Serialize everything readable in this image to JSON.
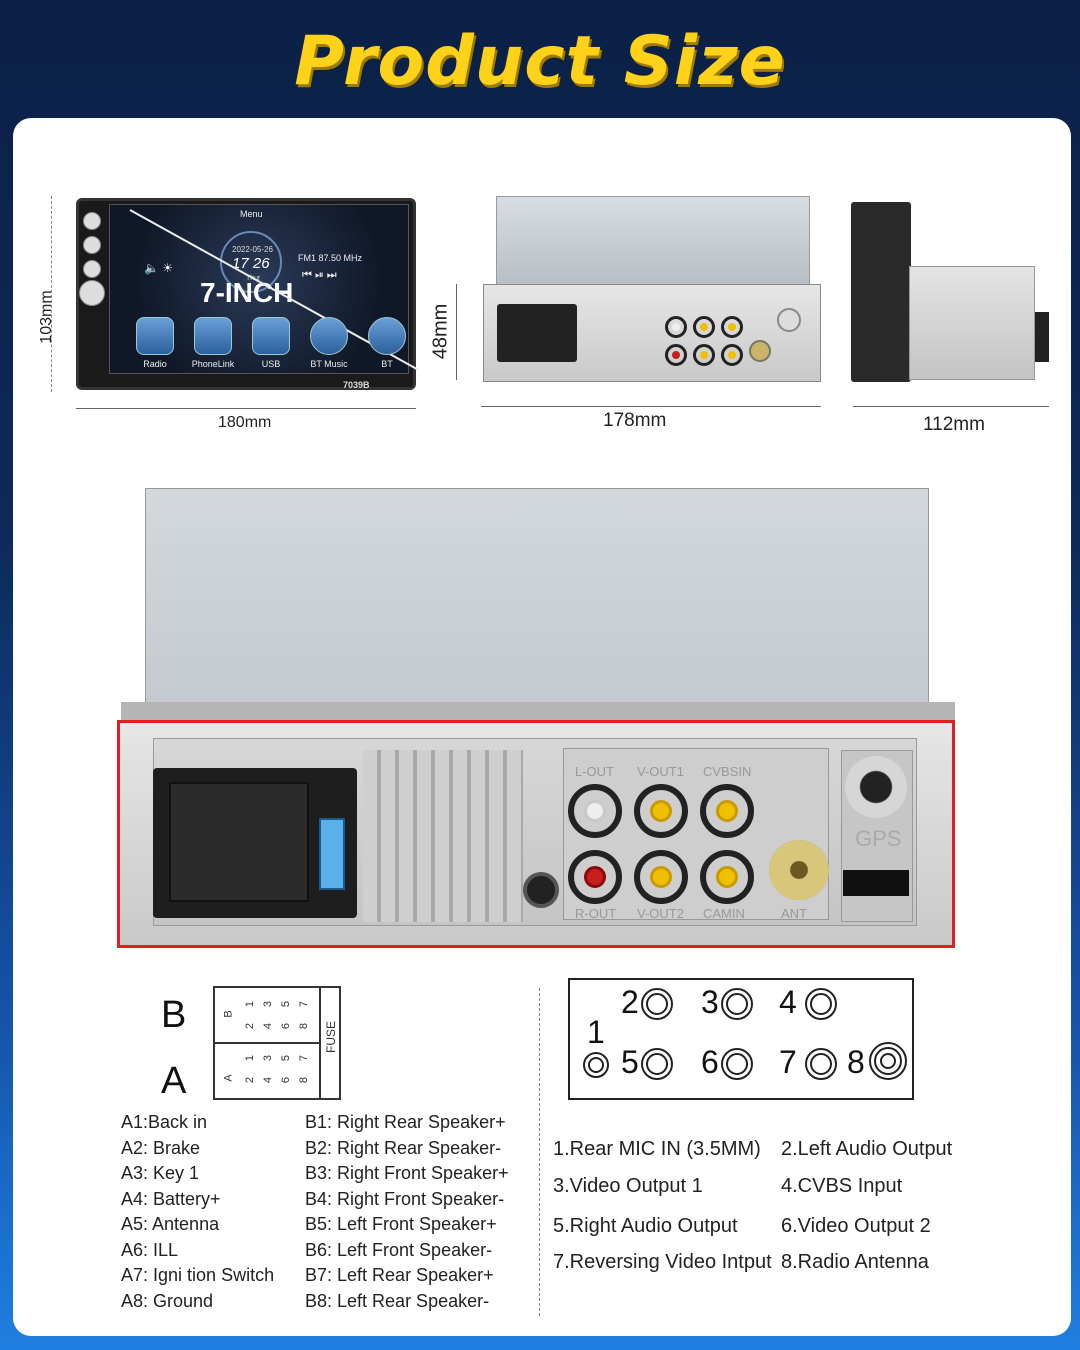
{
  "title": "Product Size",
  "dimensions": {
    "height": "103mm",
    "width_front": "180mm",
    "depth_label": "48mm",
    "width_rear": "178mm",
    "depth_side": "112mm"
  },
  "screen": {
    "menu": "Menu",
    "date": "2022-05-26",
    "time": "17 26",
    "day": "Thur",
    "radio": "FM1 87.50 MHz",
    "size_label": "7-INCH",
    "model": "7039B",
    "apps": [
      "Radio",
      "PhoneLink",
      "USB",
      "BT Music",
      "BT"
    ]
  },
  "rear_labels": {
    "lout": "L-OUT",
    "vout1": "V-OUT1",
    "cvbsin": "CVBSIN",
    "rout": "R-OUT",
    "vout2": "V-OUT2",
    "camin": "CAMIN",
    "ant": "ANT",
    "gps": "GPS"
  },
  "connector": {
    "b_label": "B",
    "a_label": "A",
    "fuse": "FUSE",
    "b_tag": "B",
    "a_tag": "A",
    "top_pins": [
      "1",
      "3",
      "5",
      "7"
    ],
    "bottom_pins": [
      "2",
      "4",
      "6",
      "8"
    ]
  },
  "wiring_a": [
    "A1:Back    in",
    "A2: Brake",
    "A3: Key 1",
    "A4: Battery+",
    "A5: Antenna",
    "A6:  ILL",
    "A7:  Igni tion Switch",
    "A8: Ground"
  ],
  "wiring_b": [
    "B1: Right Rear Speaker+",
    "B2: Right Rear Speaker-",
    "B3: Right Front Speaker+",
    "B4: Right Front Speaker-",
    "B5: Left Front Speaker+",
    "B6: Left Front Speaker-",
    "B7: Left Rear Speaker+",
    "B8: Left Rear Speaker-"
  ],
  "port_numbers": [
    "1",
    "2",
    "3",
    "4",
    "5",
    "6",
    "7",
    "8"
  ],
  "ports_left": [
    "1.Rear MIC IN (3.5MM)",
    "3.Video Output 1",
    "5.Right Audio Output",
    "7.Reversing Video Intput"
  ],
  "ports_right": [
    "2.Left Audio Output",
    "4.CVBS Input",
    "6.Video Output 2",
    "8.Radio Antenna"
  ],
  "colors": {
    "title": "#ffd21a",
    "frame": "#e02020",
    "rca_red": "#c81e1e",
    "rca_yellow": "#f0c000",
    "rca_white": "#eeeeee"
  }
}
